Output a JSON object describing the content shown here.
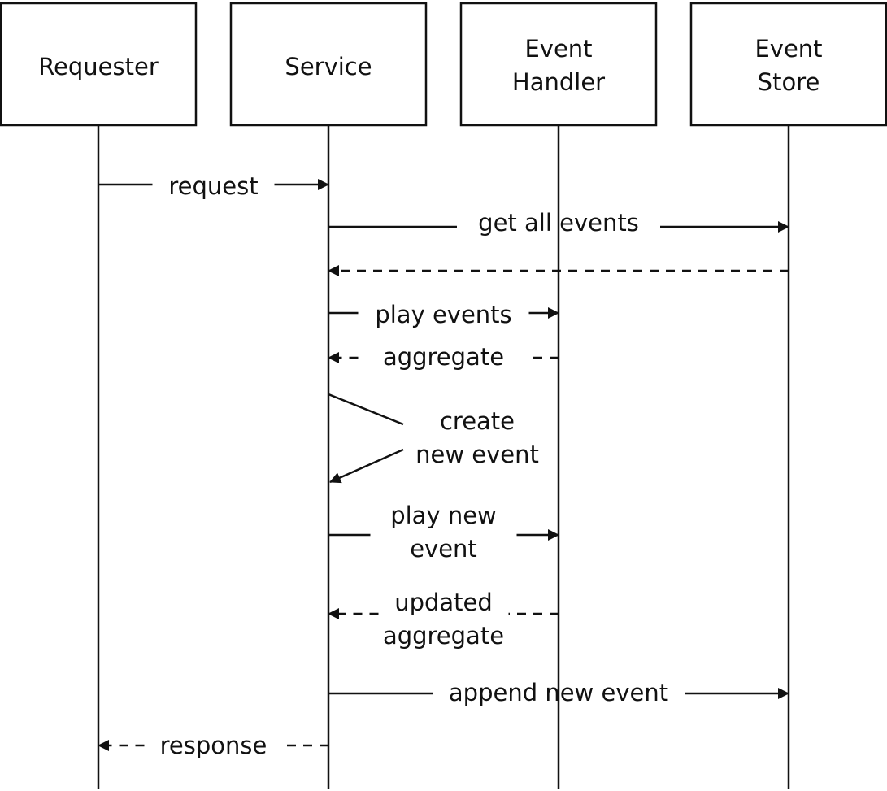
{
  "colors": {
    "stroke": "#111111",
    "background": "#ffffff"
  },
  "participants": [
    {
      "id": "requester",
      "lines": [
        "Requester"
      ]
    },
    {
      "id": "service",
      "lines": [
        "Service"
      ]
    },
    {
      "id": "handler",
      "lines": [
        "Event",
        "Handler"
      ]
    },
    {
      "id": "store",
      "lines": [
        "Event",
        "Store"
      ]
    }
  ],
  "messages": [
    {
      "id": "request",
      "from": "requester",
      "to": "service",
      "style": "solid",
      "lines": [
        "request"
      ]
    },
    {
      "id": "get-all-events",
      "from": "service",
      "to": "store",
      "style": "solid",
      "lines": [
        "get all events"
      ]
    },
    {
      "id": "events-return",
      "from": "store",
      "to": "service",
      "style": "dashed",
      "lines": []
    },
    {
      "id": "play-events",
      "from": "service",
      "to": "handler",
      "style": "solid",
      "lines": [
        "play events"
      ]
    },
    {
      "id": "aggregate",
      "from": "handler",
      "to": "service",
      "style": "dashed",
      "lines": [
        "aggregate"
      ]
    },
    {
      "id": "create-new-event",
      "from": "service",
      "to": "service",
      "style": "self",
      "lines": [
        "create",
        "new event"
      ]
    },
    {
      "id": "play-new-event",
      "from": "service",
      "to": "handler",
      "style": "solid",
      "lines": [
        "play new",
        "event"
      ]
    },
    {
      "id": "updated-aggregate",
      "from": "handler",
      "to": "service",
      "style": "dashed",
      "lines": [
        "updated",
        "aggregate"
      ]
    },
    {
      "id": "append-new-event",
      "from": "service",
      "to": "store",
      "style": "solid",
      "lines": [
        "append new event"
      ]
    },
    {
      "id": "response",
      "from": "service",
      "to": "requester",
      "style": "dashed",
      "lines": [
        "response"
      ]
    }
  ]
}
